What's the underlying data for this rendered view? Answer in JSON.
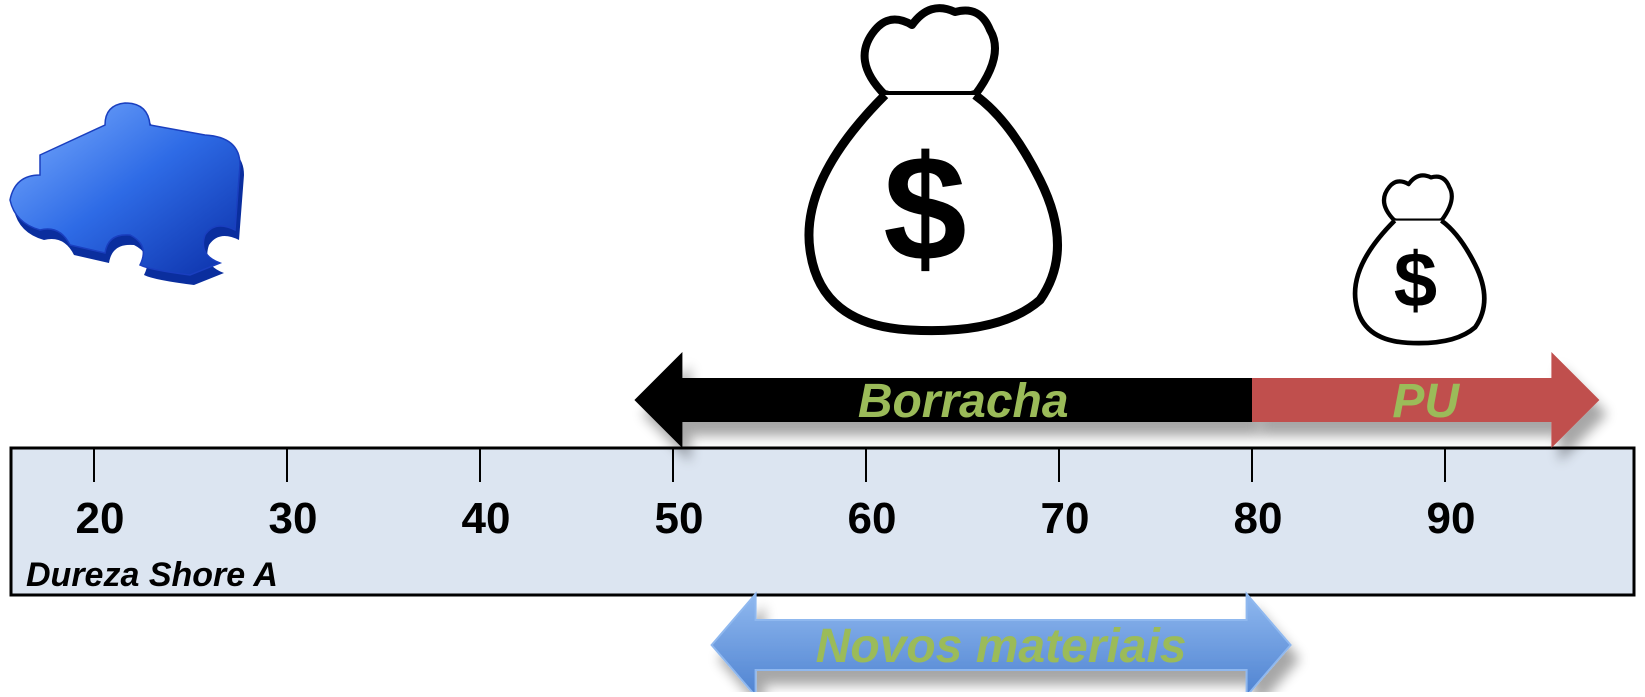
{
  "scale": {
    "axis_title": "Dureza Shore A",
    "ticks": [
      20,
      30,
      40,
      50,
      60,
      70,
      80,
      90
    ],
    "tick_labels": [
      "20",
      "30",
      "40",
      "50",
      "60",
      "70",
      "80",
      "90"
    ],
    "band_color": "#dce5f1"
  },
  "ranges": [
    {
      "label": "Borracha",
      "from": 48,
      "to": 80,
      "color": "#000000",
      "label_color": "#9bbb59",
      "direction": "left"
    },
    {
      "label": "PU",
      "from": 80,
      "to": 98,
      "color": "#c0504d",
      "label_color": "#9bbb59",
      "direction": "right"
    },
    {
      "label": "Novos materiais",
      "from": 52,
      "to": 82,
      "color": "#5a8fd6",
      "label_color": "#9bbb59",
      "direction": "both"
    }
  ],
  "icons": {
    "puzzle": "puzzle-piece-icon",
    "money_large": "money-bag-icon",
    "money_small": "money-bag-icon",
    "money_symbol": "$"
  }
}
